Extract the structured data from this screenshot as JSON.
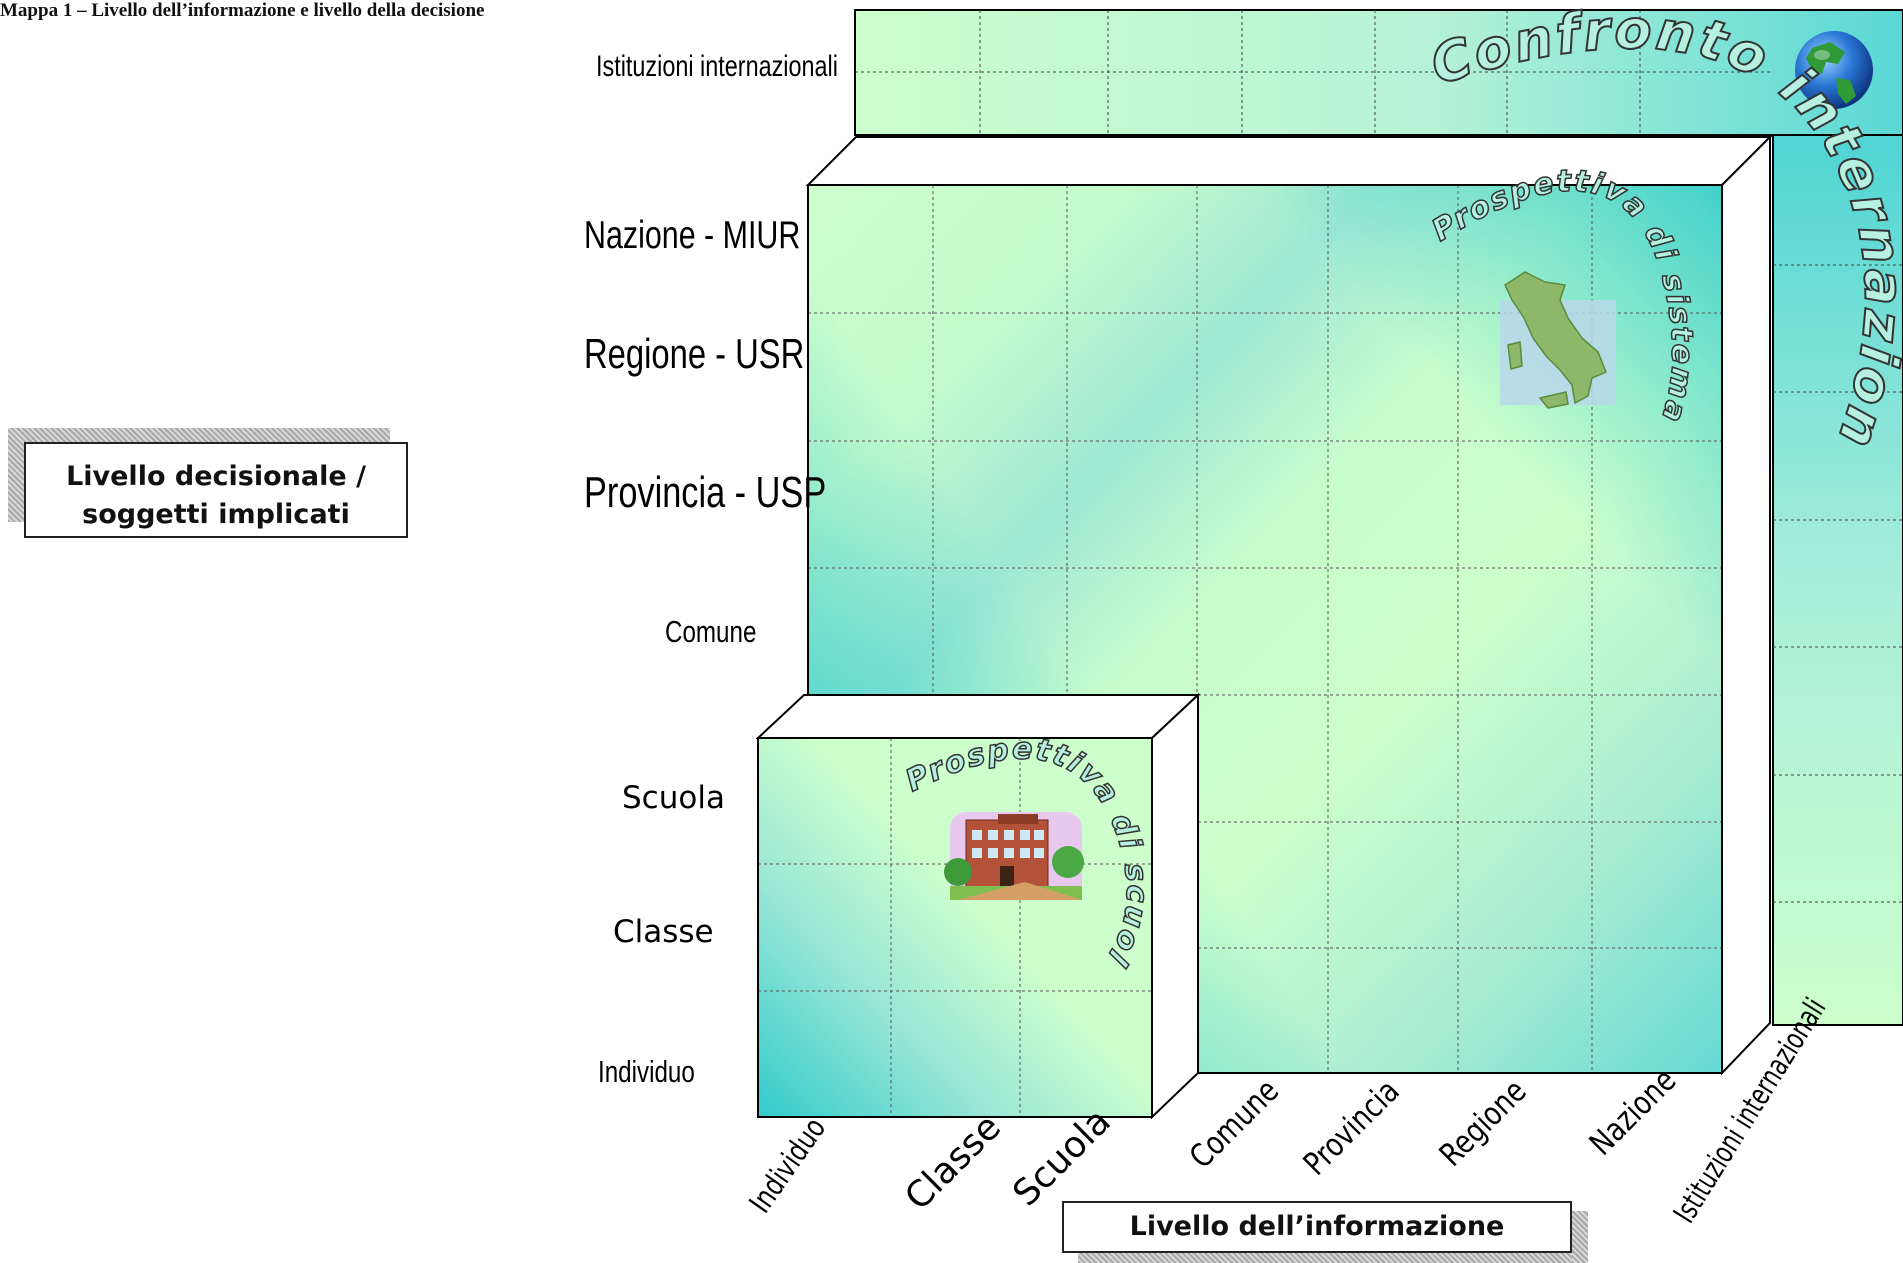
{
  "title": "Mappa 1 – Livello dell’informazione e livello della decisione",
  "y_axis": {
    "box_label": "Livello decisionale / soggetti implicati",
    "box_label_line1": "Livello decisionale /",
    "box_label_line2": "soggetti implicati",
    "levels": {
      "istituzioni": "Istituzioni internazionali",
      "nazione": "Nazione - MIUR",
      "regione": "Regione - USR",
      "provincia": "Provincia - USP",
      "comune": "Comune",
      "scuola": "Scuola",
      "classe": "Classe",
      "individuo": "Individuo"
    }
  },
  "x_axis": {
    "box_label": "Livello dell’informazione",
    "levels": [
      "Individuo",
      "Classe",
      "Scuola",
      "Comune",
      "Provincia",
      "Regione",
      "Nazione",
      "Istituzioni internazionali"
    ]
  },
  "perspectives": {
    "international": "Confronto internazionale",
    "system": "Prospettiva di sistema",
    "school": "Prospettiva di scuola"
  },
  "icons": [
    "globe-icon",
    "italy-map-icon",
    "school-building-icon"
  ],
  "colors": {
    "light_green": "#ccffcc",
    "teal": "#33cccc",
    "grid_line": "#555555",
    "outline": "#000000"
  }
}
